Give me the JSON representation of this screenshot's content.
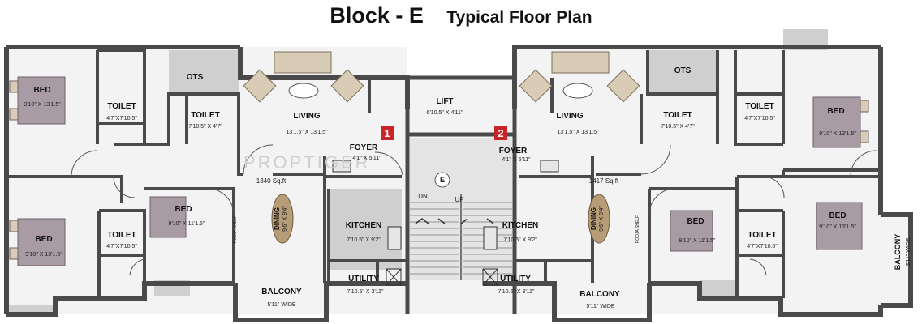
{
  "header": {
    "block": "Block - E",
    "subtitle": "Typical Floor Plan"
  },
  "watermark": "PROPTIGER",
  "units": {
    "unit_1": {
      "number": "1",
      "area": "1340 Sq.ft"
    },
    "unit_2": {
      "number": "2",
      "area": "1417 Sq.ft"
    }
  },
  "rooms": {
    "bed": "BED",
    "toilet": "TOILET",
    "ots": "OTS",
    "living": "LIVING",
    "foyer": "FOYER",
    "lift": "LIFT",
    "kitchen": "KITCHEN",
    "utility": "UTILITY",
    "balcony": "BALCONY",
    "dining": "DINING",
    "pooja_shelf": "POOJA SHELF"
  },
  "dims": {
    "bed_large": "9'10\" X 13'1.5\"",
    "bed_small": "9'10\" X 11'1.5\"",
    "toilet_a": "4'7\"X7'10.5\"",
    "toilet_b": "7'10.5\" X 4'7\"",
    "living": "13'1.5\" X 13'1.5\"",
    "foyer": "4'1\" X 5'11\"",
    "lift": "6'10.5\" X 4'11\"",
    "kitchen": "7'10.5\" X 9'2\"",
    "utility": "7'10.5\" X 3'11\"",
    "balcony_wide": "5'11\" WIDE",
    "dining": "9'6\" X 9'4\"",
    "balcony_side": "3'11\" WIDE"
  },
  "stair": {
    "dn": "DN",
    "up": "UP",
    "mark": "E"
  },
  "colors": {
    "wall": "#4a4a4a",
    "floor": "#f3f3f3",
    "shaded": "#cfcfcf",
    "bed": "#a99ba3",
    "sofa": "#d8ccb6",
    "dining": "#b79c78",
    "tag": "#c8252b"
  }
}
